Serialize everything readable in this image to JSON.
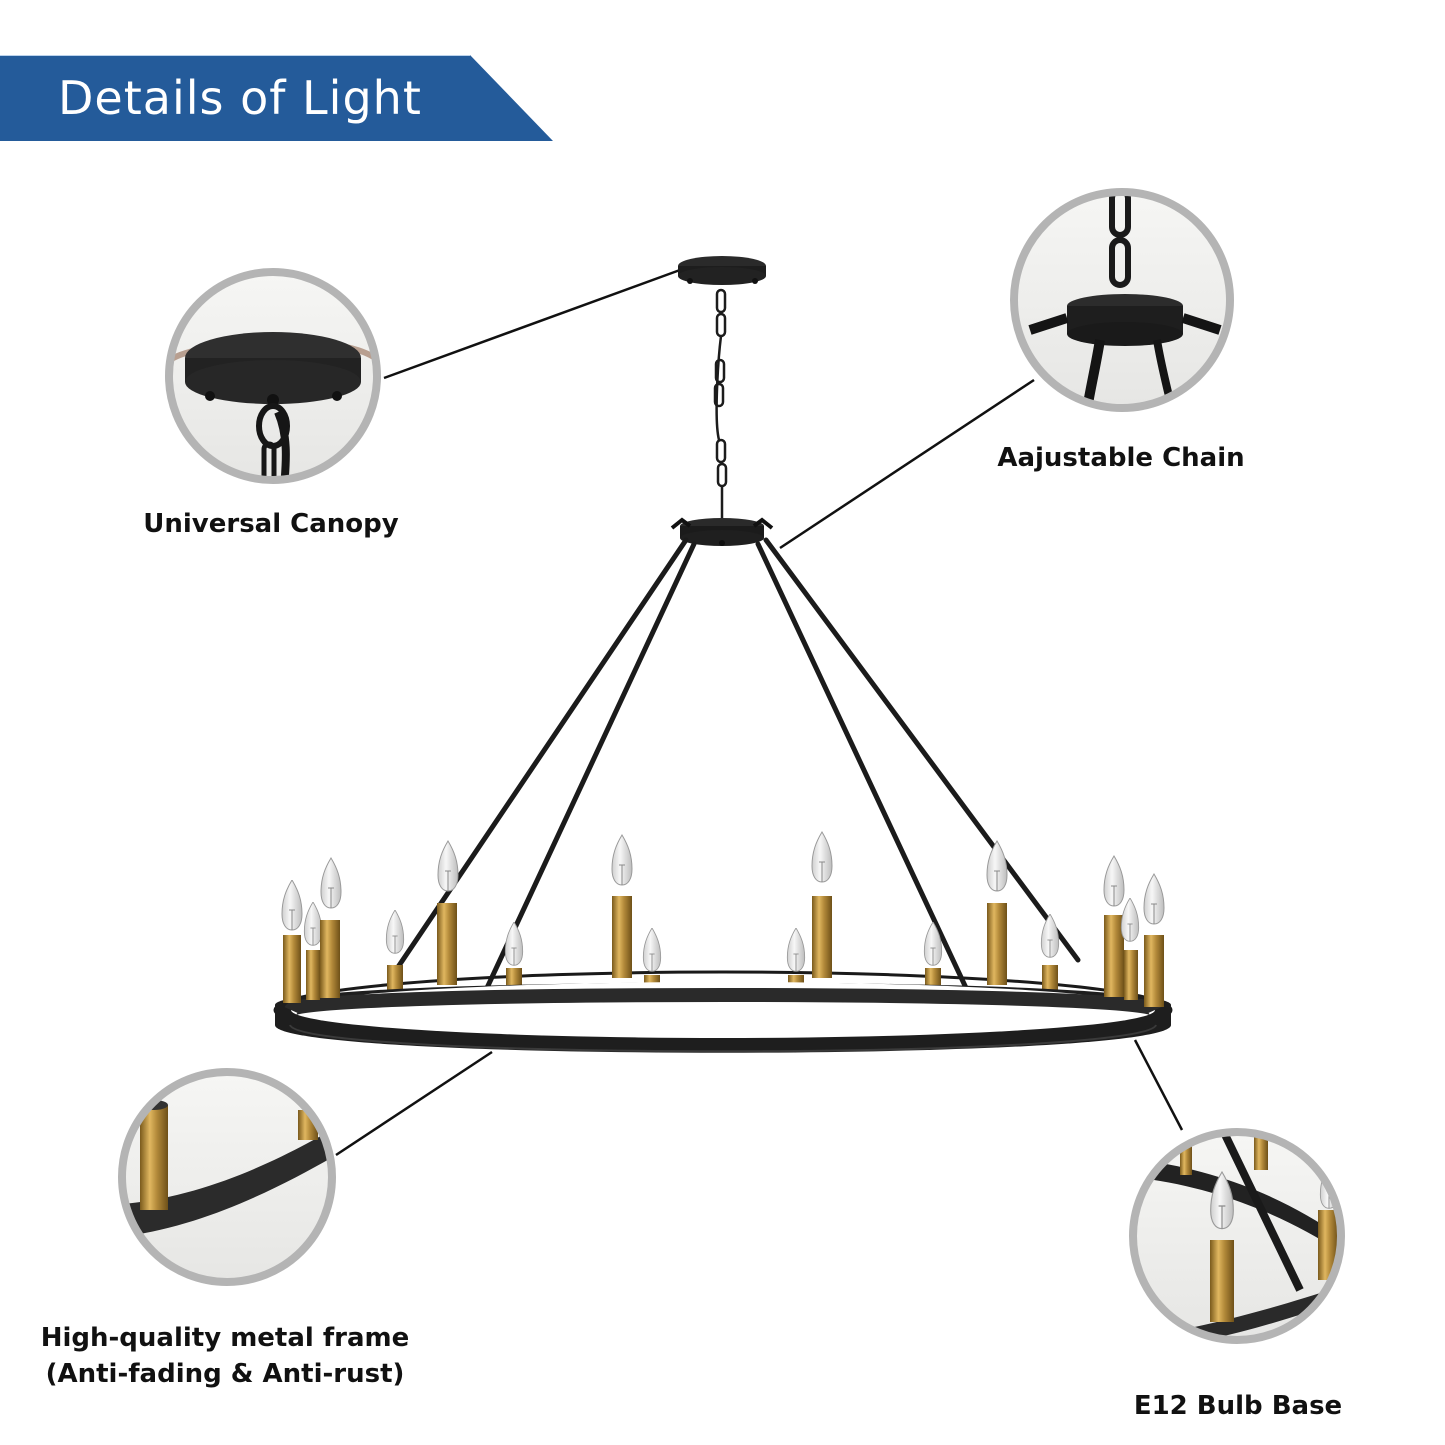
{
  "banner": {
    "title": "Details of Light",
    "color": "#245b9a"
  },
  "callouts": [
    {
      "id": "canopy",
      "label": "Universal Canopy"
    },
    {
      "id": "chain",
      "label": "Aajustable Chain"
    },
    {
      "id": "frame",
      "label_line1": "High-quality metal frame",
      "label_line2": "(Anti-fading & Anti-rust)"
    },
    {
      "id": "bulb",
      "label": "E12 Bulb Base"
    }
  ],
  "product": {
    "name": "wagon wheel chandelier",
    "bulb_count": 16,
    "finish_colors": {
      "frame": "#1e1e1e",
      "sockets": "#b38a3a"
    }
  }
}
